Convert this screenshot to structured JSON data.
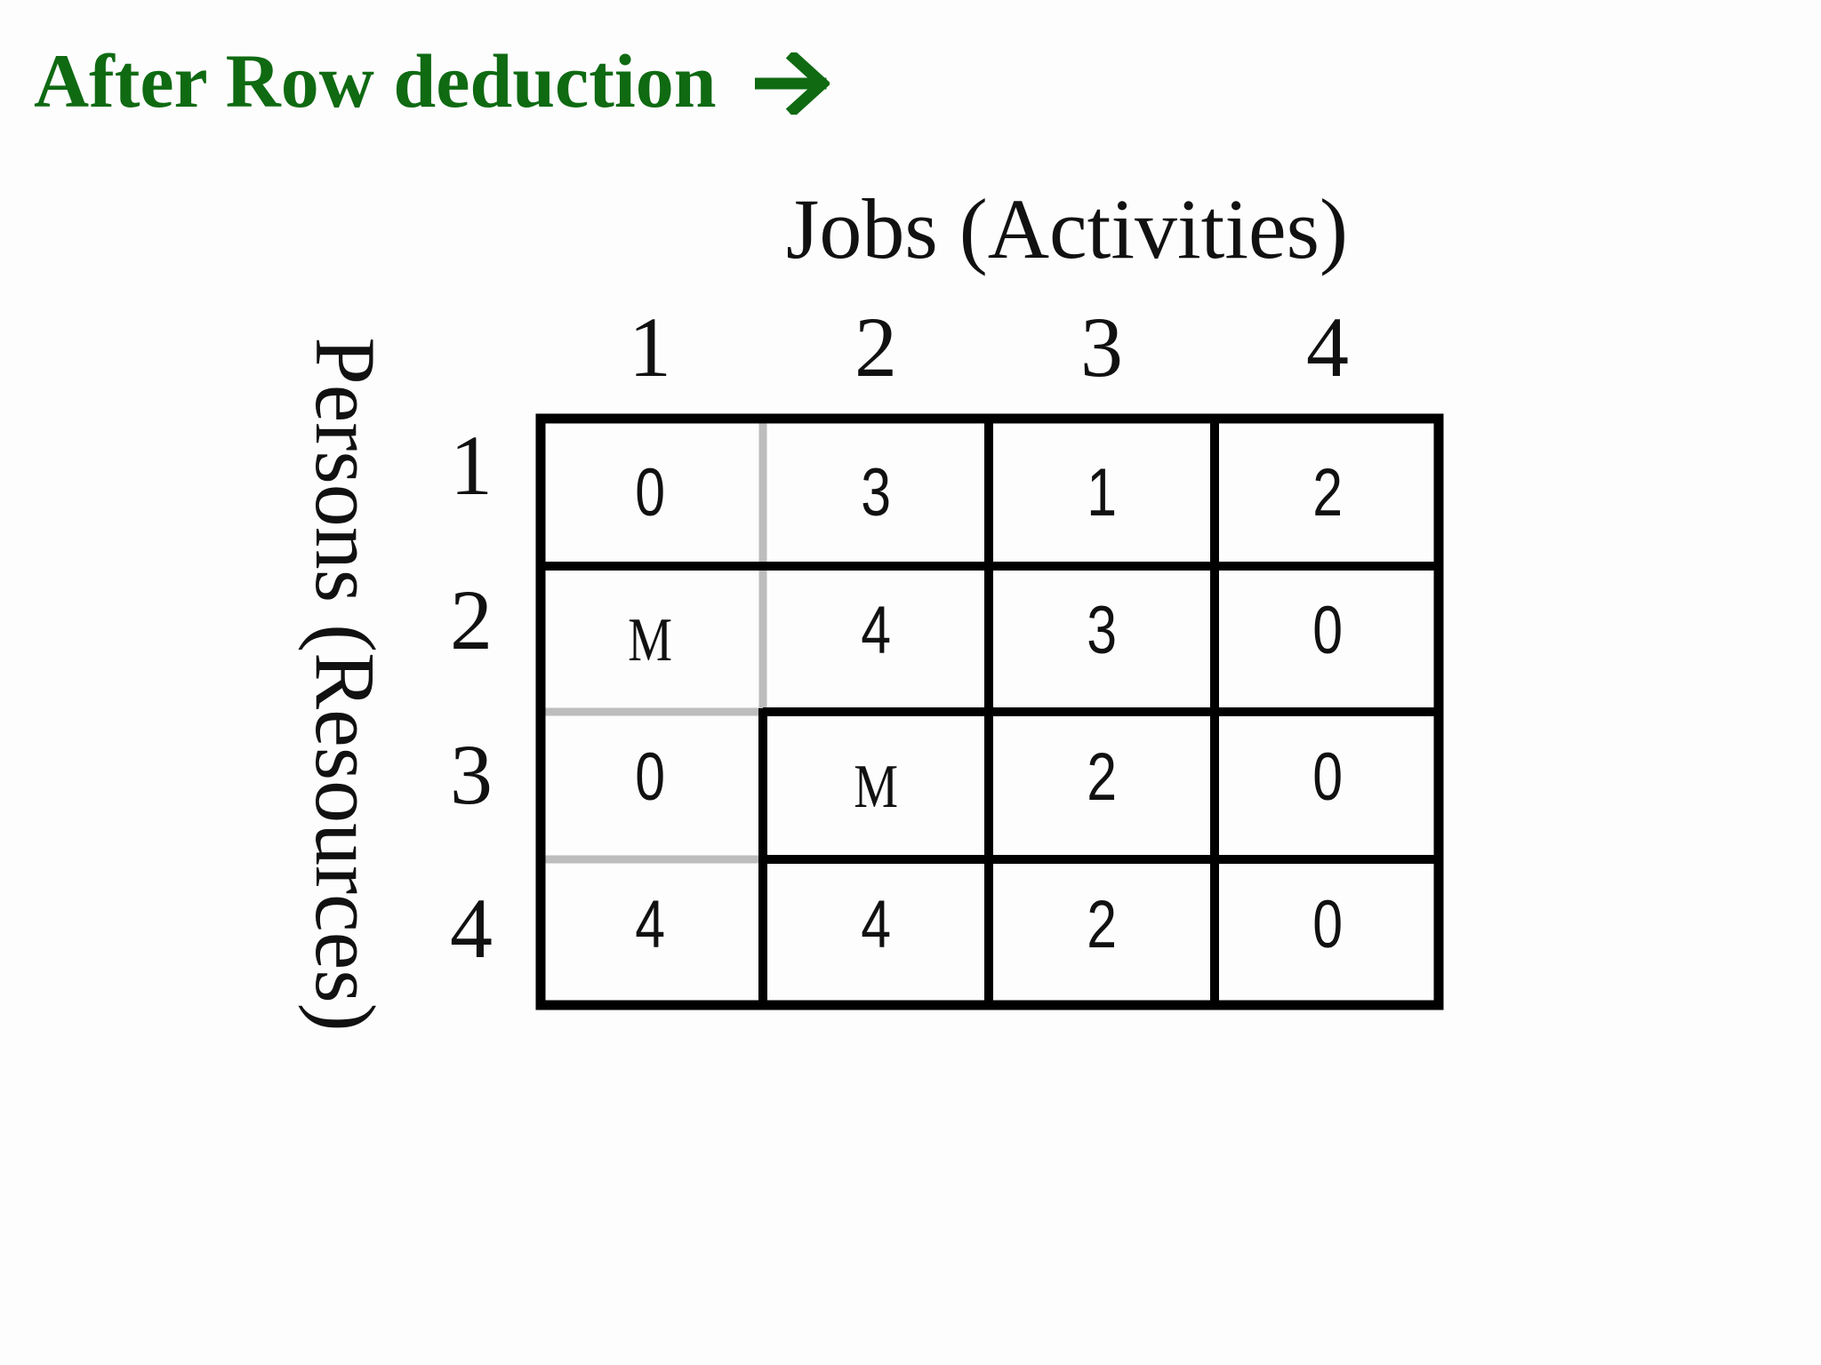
{
  "title": "After Row deduction",
  "title_arrow_icon": "right-arrow-icon",
  "title_color": "#0f6a12",
  "columns_label": "Jobs (Activities)",
  "rows_label": "Persons (Resources)",
  "column_headers": [
    "1",
    "2",
    "3",
    "4"
  ],
  "row_headers": [
    "1",
    "2",
    "3",
    "4"
  ],
  "matrix": [
    [
      "0",
      "3",
      "1",
      "2"
    ],
    [
      "M",
      "4",
      "3",
      "0"
    ],
    [
      "0",
      "M",
      "2",
      "0"
    ],
    [
      "4",
      "4",
      "2",
      "0"
    ]
  ],
  "highlight_color": "#bdbdbd"
}
